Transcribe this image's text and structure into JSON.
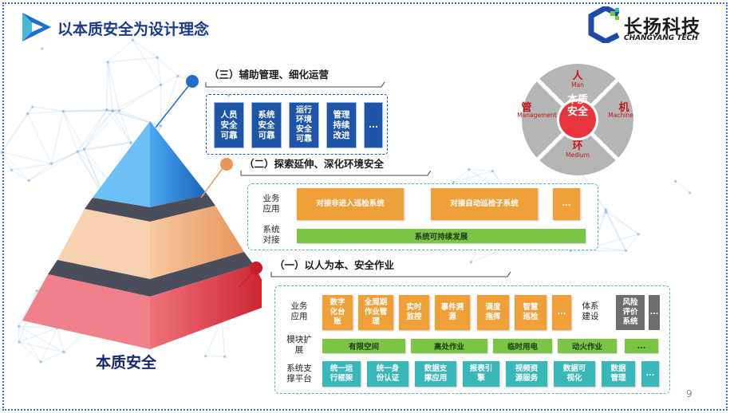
{
  "header": {
    "title": "以本质安全为设计理念"
  },
  "brand": {
    "name_cn": "长扬科技",
    "name_en": "CHANGYANG TECH"
  },
  "pyramid": {
    "base_label": "本质安全"
  },
  "wheel": {
    "center": "本质\n安全",
    "top": {
      "cn": "人",
      "en": "Man"
    },
    "right": {
      "cn": "机",
      "en": "Machine"
    },
    "bottom": {
      "cn": "环",
      "en": "Medium"
    },
    "left": {
      "cn": "管",
      "en": "Management"
    }
  },
  "section3": {
    "title": "（三）辅助管理、细化运营",
    "cards": [
      "人员\n安全\n可靠",
      "系统\n安全\n可靠",
      "运行\n环境\n安全\n可靠",
      "管理\n持续\n改进",
      "..."
    ]
  },
  "section2": {
    "title": "（二）探索延伸、深化环境安全",
    "row1_label": "业务\n应用",
    "row1_items": [
      "对接非进入巡检系统",
      "对接自动巡检子系统",
      "..."
    ],
    "row2_label": "系统\n对接",
    "row2_bar": "系统可持续发展"
  },
  "section1": {
    "title": "（一）以人为本、安全作业",
    "row1_label": "业务\n应用",
    "row1_items": [
      "数字\n化台\n账",
      "全周期\n作业管\n理",
      "实时\n监控",
      "事件溯\n源",
      "调度\n指挥",
      "智慧\n巡检",
      "..."
    ],
    "row1_side_label": "体系\n建设",
    "row1_side_items": [
      "风险\n评价\n系统",
      "..."
    ],
    "row2_label": "模块扩\n展",
    "row2_items": [
      "有限空间",
      "高处作业",
      "临时用电",
      "动火作业",
      "..."
    ],
    "row3_label": "系统支\n撑平台",
    "row3_items": [
      "统一运\n行框架",
      "统一身\n份认证",
      "数据支\n撑应用",
      "报表引\n擎",
      "视频资\n源服务",
      "数据可\n视化",
      "数据\n管理",
      "..."
    ]
  },
  "footer": {
    "page": "9"
  },
  "colors": {
    "blue": "#1f55a8",
    "orange": "#f0a038",
    "green": "#7bc544",
    "teal": "#3ab8b8",
    "red": "#c0191e"
  }
}
